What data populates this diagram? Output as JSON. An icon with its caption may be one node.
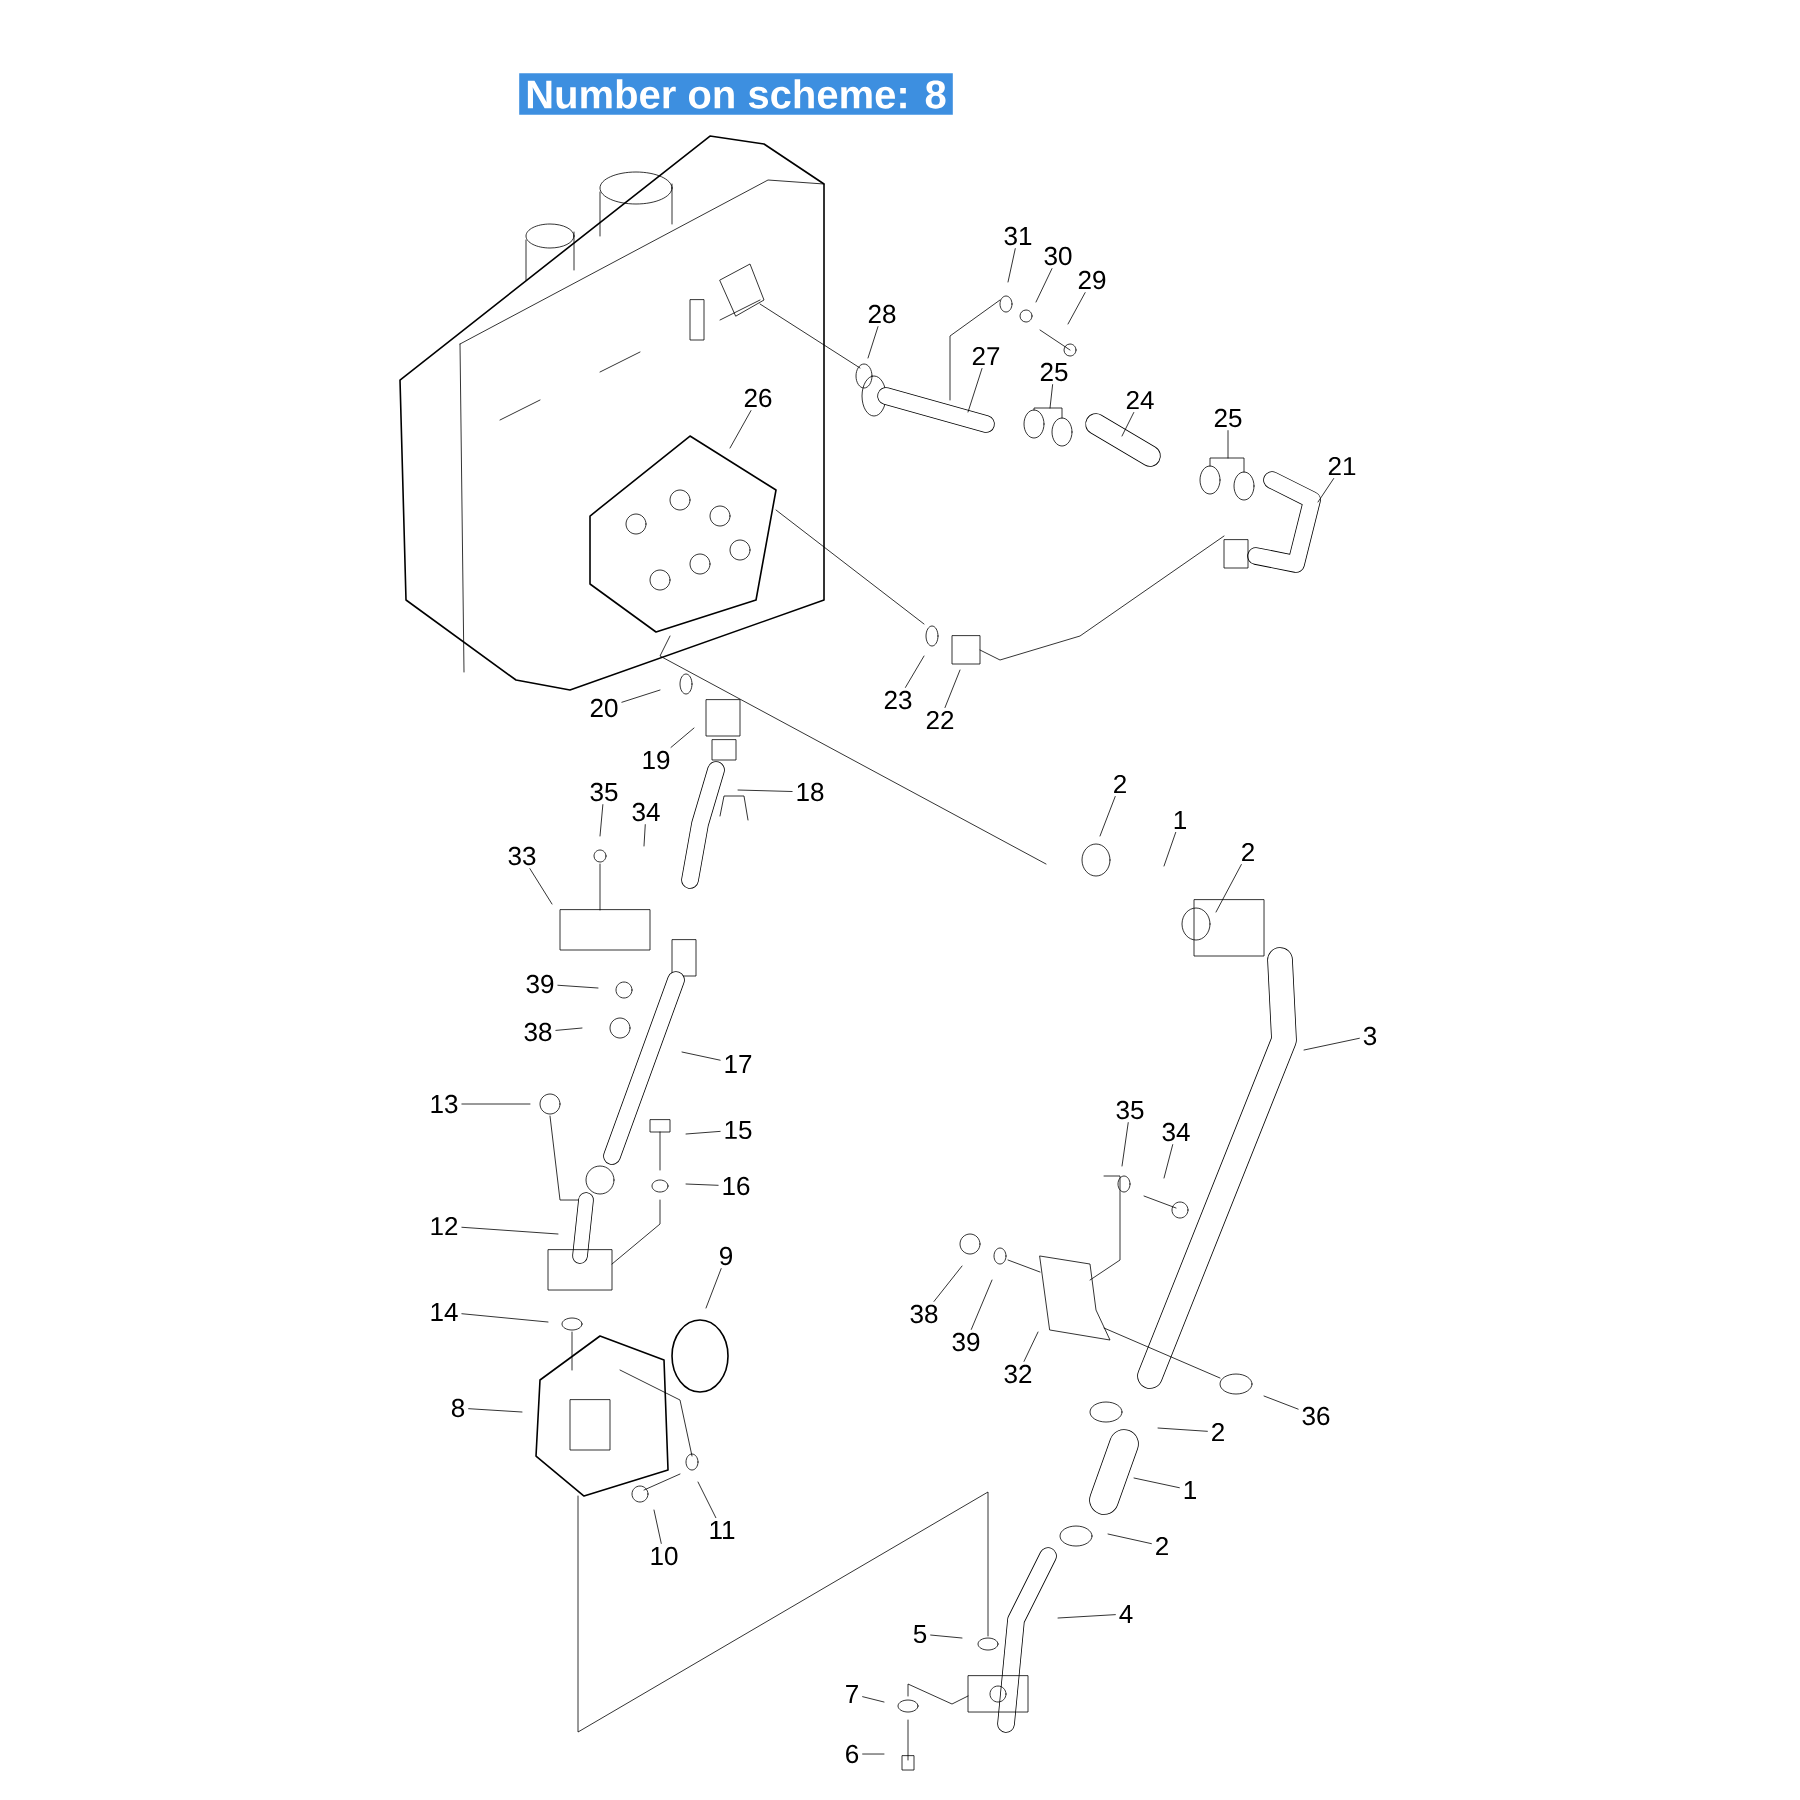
{
  "diagram": {
    "title": "Number on scheme: 8",
    "nodes": [
      {
        "text": [
          "31"
        ]
      },
      {
        "text": [
          "30"
        ]
      },
      {
        "text": [
          "29"
        ]
      },
      {
        "text": [
          "28"
        ]
      },
      {
        "text": [
          "27"
        ]
      },
      {
        "text": [
          "25"
        ]
      },
      {
        "text": [
          "24"
        ]
      },
      {
        "text": [
          "25"
        ]
      },
      {
        "text": [
          "21"
        ]
      },
      {
        "text": [
          "26"
        ]
      },
      {
        "text": [
          "23"
        ]
      },
      {
        "text": [
          "22"
        ]
      },
      {
        "text": [
          "20"
        ]
      },
      {
        "text": [
          "19"
        ]
      },
      {
        "text": [
          "18"
        ]
      },
      {
        "text": [
          "2"
        ]
      },
      {
        "text": [
          "1"
        ]
      },
      {
        "text": [
          "2"
        ]
      },
      {
        "text": [
          "35"
        ]
      },
      {
        "text": [
          "34"
        ]
      },
      {
        "text": [
          "33"
        ]
      },
      {
        "text": [
          "39"
        ]
      },
      {
        "text": [
          "38"
        ]
      },
      {
        "text": [
          "17"
        ]
      },
      {
        "text": [
          "3"
        ]
      },
      {
        "text": [
          "13"
        ]
      },
      {
        "text": [
          "15"
        ]
      },
      {
        "text": [
          "16"
        ]
      },
      {
        "text": [
          "35"
        ]
      },
      {
        "text": [
          "34"
        ]
      },
      {
        "text": [
          "12"
        ]
      },
      {
        "text": [
          "9"
        ]
      },
      {
        "text": [
          "38"
        ]
      },
      {
        "text": [
          "39"
        ]
      },
      {
        "text": [
          "32"
        ]
      },
      {
        "text": [
          "14"
        ]
      },
      {
        "text": [
          "8"
        ]
      },
      {
        "text": [
          "36"
        ]
      },
      {
        "text": [
          "2"
        ]
      },
      {
        "text": [
          "1"
        ]
      },
      {
        "text": [
          "10"
        ]
      },
      {
        "text": [
          "11"
        ]
      },
      {
        "text": [
          "2"
        ]
      },
      {
        "text": [
          "4"
        ]
      },
      {
        "text": [
          "5"
        ]
      },
      {
        "text": [
          "7"
        ]
      },
      {
        "text": [
          "6"
        ]
      }
    ],
    "edges": [
      {
        "from": 0,
        "to": null,
        "arrow": "none"
      },
      {
        "from": 1,
        "to": null,
        "arrow": "none"
      },
      {
        "from": 2,
        "to": null,
        "arrow": "none"
      },
      {
        "from": 3,
        "to": null,
        "arrow": "none"
      },
      {
        "from": 4,
        "to": null,
        "arrow": "none"
      },
      {
        "from": 5,
        "to": null,
        "arrow": "none"
      },
      {
        "from": 6,
        "to": null,
        "arrow": "none"
      },
      {
        "from": 7,
        "to": null,
        "arrow": "none"
      },
      {
        "from": 8,
        "to": null,
        "arrow": "none"
      },
      {
        "from": 9,
        "to": null,
        "arrow": "none"
      },
      {
        "from": 10,
        "to": null,
        "arrow": "none"
      },
      {
        "from": 11,
        "to": null,
        "arrow": "none"
      },
      {
        "from": 12,
        "to": null,
        "arrow": "none"
      },
      {
        "from": 13,
        "to": null,
        "arrow": "none"
      },
      {
        "from": 14,
        "to": null,
        "arrow": "none"
      },
      {
        "from": 15,
        "to": null,
        "arrow": "none"
      },
      {
        "from": 16,
        "to": null,
        "arrow": "none"
      },
      {
        "from": 17,
        "to": null,
        "arrow": "none"
      },
      {
        "from": 18,
        "to": null,
        "arrow": "none"
      },
      {
        "from": 19,
        "to": null,
        "arrow": "none"
      },
      {
        "from": 20,
        "to": null,
        "arrow": "none"
      },
      {
        "from": 21,
        "to": null,
        "arrow": "none"
      },
      {
        "from": 22,
        "to": null,
        "arrow": "none"
      },
      {
        "from": 23,
        "to": null,
        "arrow": "none"
      },
      {
        "from": 24,
        "to": null,
        "arrow": "none"
      },
      {
        "from": 25,
        "to": null,
        "arrow": "none"
      },
      {
        "from": 26,
        "to": null,
        "arrow": "none"
      },
      {
        "from": 27,
        "to": null,
        "arrow": "none"
      },
      {
        "from": 28,
        "to": null,
        "arrow": "none"
      },
      {
        "from": 29,
        "to": null,
        "arrow": "none"
      },
      {
        "from": 30,
        "to": null,
        "arrow": "none"
      },
      {
        "from": 31,
        "to": null,
        "arrow": "none"
      },
      {
        "from": 32,
        "to": null,
        "arrow": "none"
      },
      {
        "from": 33,
        "to": null,
        "arrow": "none"
      },
      {
        "from": 34,
        "to": null,
        "arrow": "none"
      },
      {
        "from": 35,
        "to": null,
        "arrow": "none"
      },
      {
        "from": 36,
        "to": null,
        "arrow": "none"
      },
      {
        "from": 37,
        "to": null,
        "arrow": "none"
      },
      {
        "from": 38,
        "to": null,
        "arrow": "none"
      },
      {
        "from": 39,
        "to": null,
        "arrow": "none"
      },
      {
        "from": 40,
        "to": null,
        "arrow": "none"
      },
      {
        "from": 41,
        "to": null,
        "arrow": "none"
      },
      {
        "from": 42,
        "to": null,
        "arrow": "none"
      },
      {
        "from": 43,
        "to": null,
        "arrow": "none"
      },
      {
        "from": 44,
        "to": null,
        "arrow": "none"
      },
      {
        "from": 45,
        "to": null,
        "arrow": "none"
      },
      {
        "from": 46,
        "to": null,
        "arrow": "none"
      }
    ]
  }
}
